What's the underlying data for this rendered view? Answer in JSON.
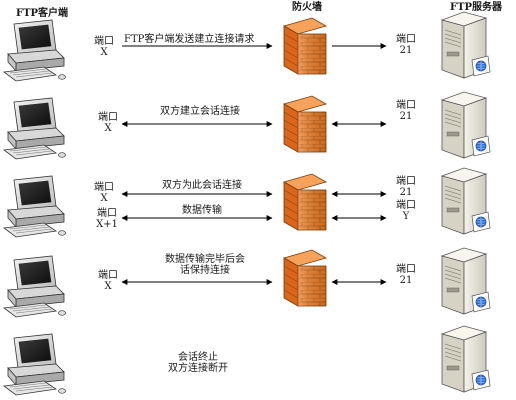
{
  "headers": {
    "client": "FTP客户端",
    "firewall": "防火墙",
    "server": "FTP服务器"
  },
  "steps": [
    {
      "client_port_label": "端口",
      "client_port": "X",
      "message": "FTP客户端发送建立连接请求",
      "server_port_label": "端口",
      "server_port": "21"
    },
    {
      "client_port_label": "端口",
      "client_port": "X",
      "message": "双方建立会话连接",
      "server_port_label": "端口",
      "server_port": "21"
    },
    {
      "client_port_label": "端口",
      "client_port": "X",
      "client_data_port_label": "端口",
      "client_data_port": "X+1",
      "message": "双方为此会话连接",
      "data_message": "数据传输",
      "server_port_label": "端口",
      "server_port": "21",
      "server_data_port_label": "端口",
      "server_data_port": "Y"
    },
    {
      "client_port_label": "端口",
      "client_port": "X",
      "message_line1": "数据传输完毕后会",
      "message_line2": "话保持连接",
      "server_port_label": "端口",
      "server_port": "21"
    },
    {
      "message_line1": "会话终止",
      "message_line2": "双方连接断开"
    }
  ],
  "icons": {
    "client": "desktop-computer-icon",
    "firewall": "brick-firewall-icon",
    "server": "server-tower-icon"
  },
  "colors": {
    "brick": "#e8731c",
    "brick_light": "#f5a35a",
    "arrow": "#000000"
  }
}
